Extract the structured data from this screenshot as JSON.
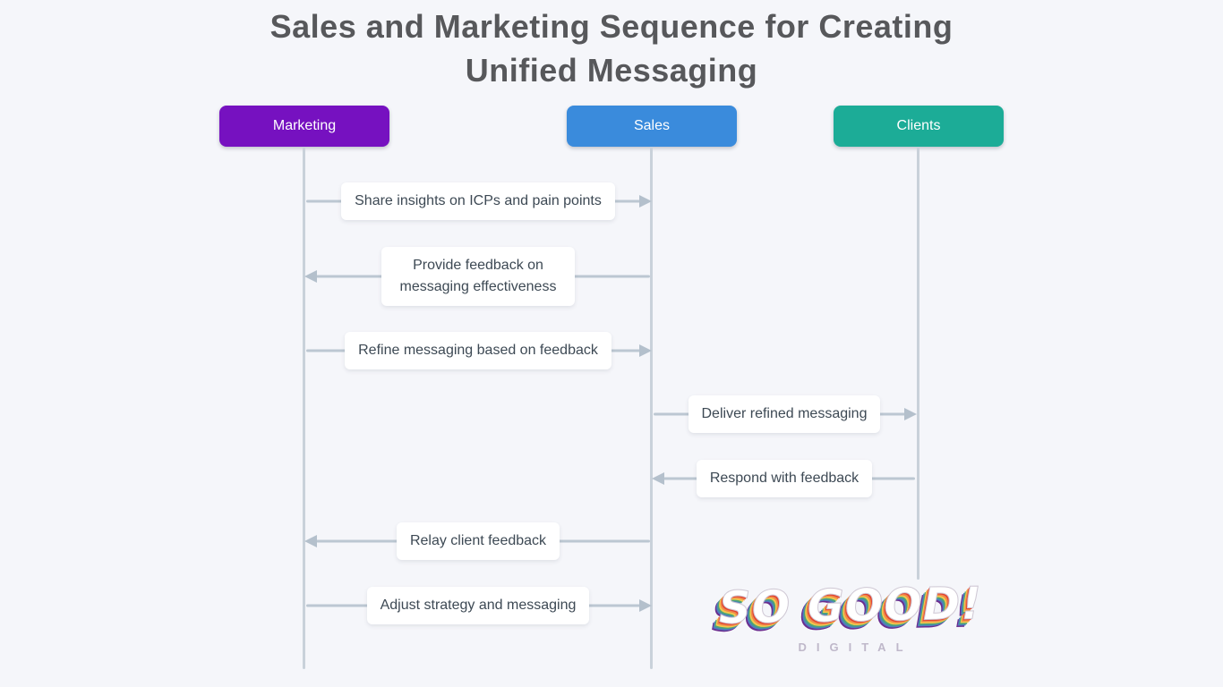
{
  "page": {
    "title": "Sales and Marketing Sequence for Creating Unified Messaging",
    "background_color": "#f5f6fa",
    "title_color": "#57585b"
  },
  "actors": [
    {
      "id": "marketing",
      "label": "Marketing",
      "color": "#7611c0"
    },
    {
      "id": "sales",
      "label": "Sales",
      "color": "#3a8bdc"
    },
    {
      "id": "clients",
      "label": "Clients",
      "color": "#1cac97"
    }
  ],
  "messages": [
    {
      "from": "Marketing",
      "to": "Sales",
      "direction": "right",
      "label": "Share insights on ICPs and pain points"
    },
    {
      "from": "Sales",
      "to": "Marketing",
      "direction": "left",
      "label": "Provide feedback on messaging effectiveness"
    },
    {
      "from": "Marketing",
      "to": "Sales",
      "direction": "right",
      "label": "Refine messaging based on feedback"
    },
    {
      "from": "Sales",
      "to": "Clients",
      "direction": "right",
      "label": "Deliver refined messaging"
    },
    {
      "from": "Clients",
      "to": "Sales",
      "direction": "left",
      "label": "Respond with feedback"
    },
    {
      "from": "Sales",
      "to": "Marketing",
      "direction": "left",
      "label": "Relay client feedback"
    },
    {
      "from": "Marketing",
      "to": "Sales",
      "direction": "right",
      "label": "Adjust strategy and messaging"
    }
  ],
  "colors": {
    "arrow": "#b4c0cc",
    "message_line": "#bcc7d2",
    "lifeline": "#c9d1da",
    "label_text": "#3d4954",
    "label_background": "#ffffff"
  },
  "logo": {
    "main": "SO GOOD!",
    "sub": "DIGITAL"
  }
}
